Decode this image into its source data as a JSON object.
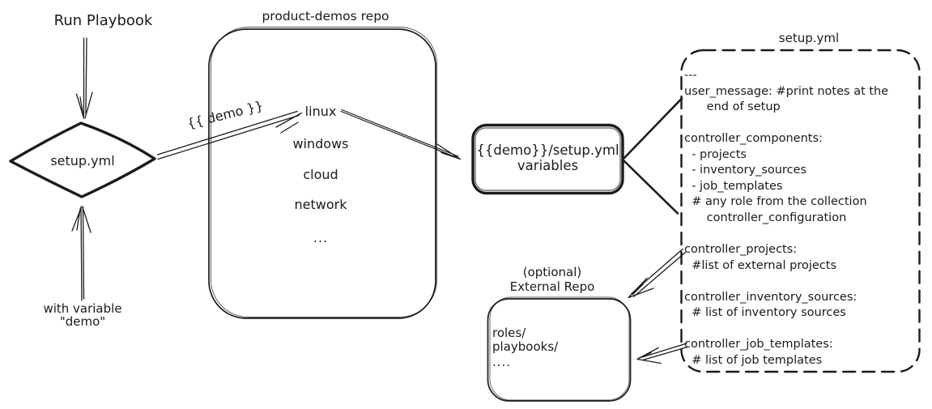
{
  "canvas": {
    "background": "#ffffff",
    "ink": "#1b1b1b"
  },
  "left_flow": {
    "run_playbook_label": "Run Playbook",
    "diamond_label": "setup.yml",
    "with_variable_line1": "with variable",
    "with_variable_line2": "\"demo\"",
    "arrow_label": "{{ demo }}"
  },
  "repo": {
    "title": "product-demos repo",
    "items": [
      "linux",
      "windows",
      "cloud",
      "network",
      "..."
    ]
  },
  "variables_box": {
    "line1": "{{demo}}/setup.yml",
    "line2": "variables"
  },
  "setup_file": {
    "title": "setup.yml",
    "lines": [
      "---",
      "user_message: #print notes at the",
      "      end of setup",
      "",
      "controller_components:",
      "  - projects",
      "  - inventory_sources",
      "  - job_templates",
      "  # any role from the collection",
      "      controller_configuration",
      "",
      "controller_projects:",
      "  #list of external projects",
      "",
      "controller_inventory_sources:",
      "  # list of inventory sources",
      "",
      "controller_job_templates:",
      "  # list of job templates"
    ]
  },
  "external_repo": {
    "title_line1": "(optional)",
    "title_line2": "External Repo",
    "lines": [
      "roles/",
      "playbooks/",
      "...."
    ]
  }
}
